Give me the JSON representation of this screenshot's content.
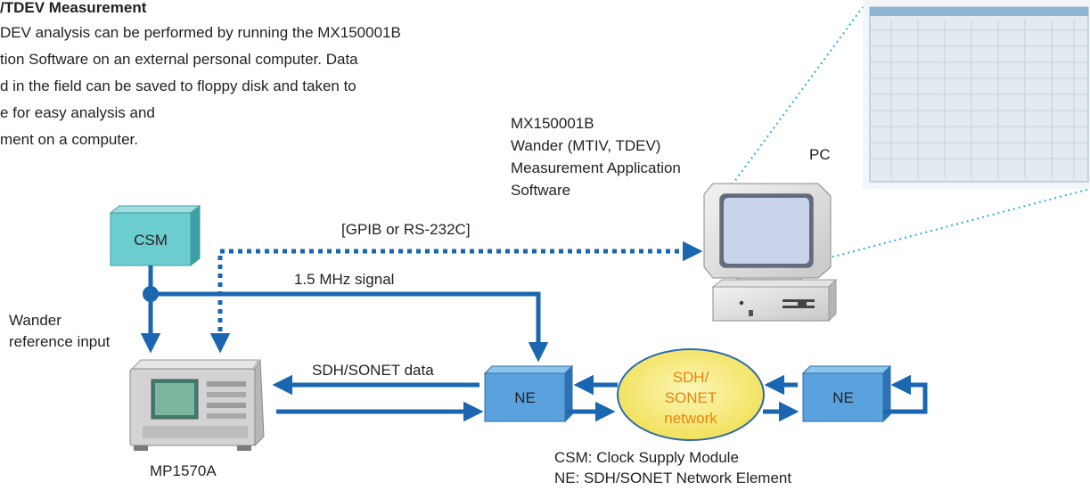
{
  "intro": {
    "title": "/TDEV Measurement",
    "lines": [
      "DEV analysis can be performed by running the MX150001B",
      "tion Software on an external personal computer.  Data",
      "d in the field can be saved to floppy disk and taken to",
      "e for easy analysis and",
      "ment on a computer."
    ]
  },
  "software": {
    "lines": [
      "MX150001B",
      "Wander (MTIV, TDEV)",
      "Measurement Application",
      "Software"
    ]
  },
  "pc_label": "PC",
  "csm_label": "CSM",
  "link_label": "[GPIB or RS-232C]",
  "signal_label": "1.5 MHz signal",
  "wander_label": [
    "Wander",
    "reference input"
  ],
  "data_label": "SDH/SONET data",
  "ne_left_label": "NE",
  "ne_right_label": "NE",
  "network_label": [
    "SDH/",
    "SONET",
    "network"
  ],
  "instrument_label": "MP1570A",
  "legend": {
    "csm": "CSM: Clock Supply Module",
    "ne": "NE: SDH/SONET Network Element"
  },
  "colors": {
    "line_blue": "#1a66b0",
    "box_teal": "#6ccdd0",
    "box_blue": "#5aa2dd",
    "cloud_yellow": "#f6e96a",
    "cloud_text_orange": "#e8850c",
    "zoom_dotted": "#3fb3dd"
  }
}
